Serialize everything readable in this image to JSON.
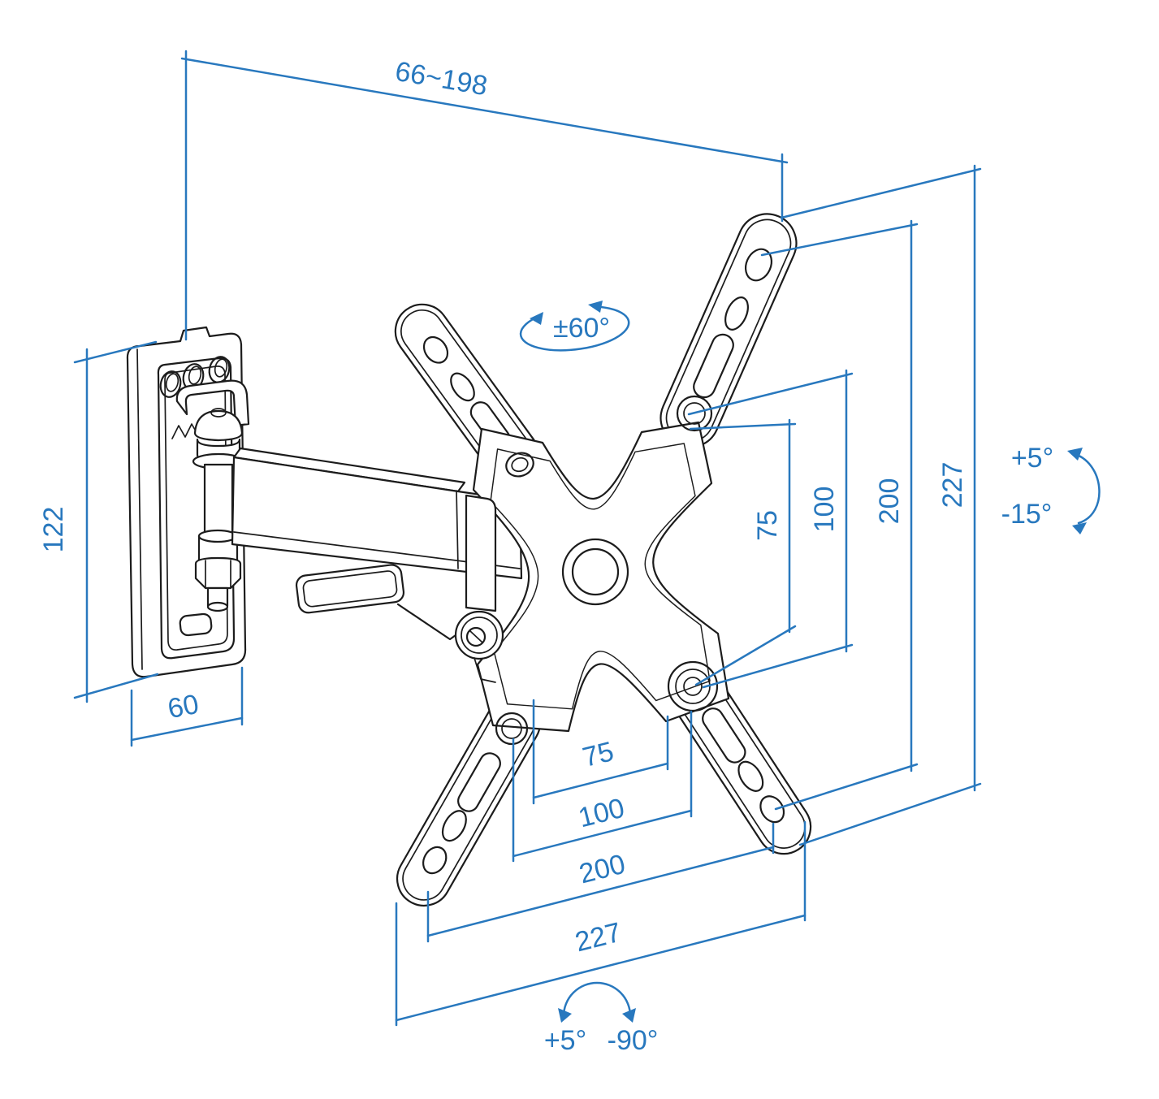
{
  "meta": {
    "description": "Articulating TV wall mount bracket - dimensional line drawing"
  },
  "colors": {
    "dimension_blue": "#2878be",
    "artwork_black": "#1c1c1c",
    "background": "#ffffff"
  },
  "dimensions": {
    "arm_extension": "66~198",
    "swivel_range": "±60°",
    "wall_plate_height": "122",
    "wall_plate_width": "60",
    "right": {
      "vesa75": "75",
      "vesa100": "100",
      "vesa200": "200",
      "overall_height": "227"
    },
    "tilt_up": "+5°",
    "tilt_down": "-15°",
    "bottom": {
      "vesa75": "75",
      "vesa100": "100",
      "vesa200": "200",
      "overall_width": "227"
    },
    "roll_up": "+5°",
    "roll_down": "-90°"
  }
}
